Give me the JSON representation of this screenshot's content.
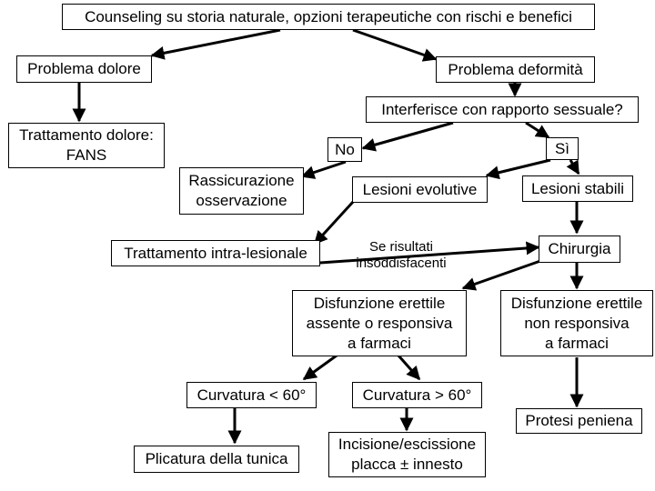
{
  "nodes": {
    "counseling": [
      "Counseling su storia naturale, opzioni terapeutiche con rischi e benefici"
    ],
    "dolore": [
      "Problema dolore"
    ],
    "deformita": [
      "Problema deformità"
    ],
    "trattamento_dolore": [
      "Trattamento dolore:",
      "FANS"
    ],
    "interferisce": [
      "Interferisce con rapporto sessuale?"
    ],
    "no": [
      "No"
    ],
    "si": [
      "Sì"
    ],
    "rassicurazione": [
      "Rassicurazione",
      "osservazione"
    ],
    "lesioni_evolutive": [
      "Lesioni evolutive"
    ],
    "lesioni_stabili": [
      "Lesioni stabili"
    ],
    "intralesionale": [
      "Trattamento intra-lesionale"
    ],
    "chirurgia": [
      "Chirurgia"
    ],
    "disf_responsiva": [
      "Disfunzione erettile",
      "assente o responsiva",
      "a farmaci"
    ],
    "disf_non_responsiva": [
      "Disfunzione erettile",
      "non responsiva",
      "a farmaci"
    ],
    "curv_meno60": [
      "Curvatura < 60°"
    ],
    "curv_piu60": [
      "Curvatura > 60°"
    ],
    "protesi": [
      "Protesi peniena"
    ],
    "plicatura": [
      "Plicatura della tunica"
    ],
    "incisione": [
      "Incisione/escissione",
      "placca ± innesto"
    ]
  },
  "edge_labels": {
    "insoddisfacenti": [
      "Se risultati",
      "insoddisfacenti"
    ]
  }
}
